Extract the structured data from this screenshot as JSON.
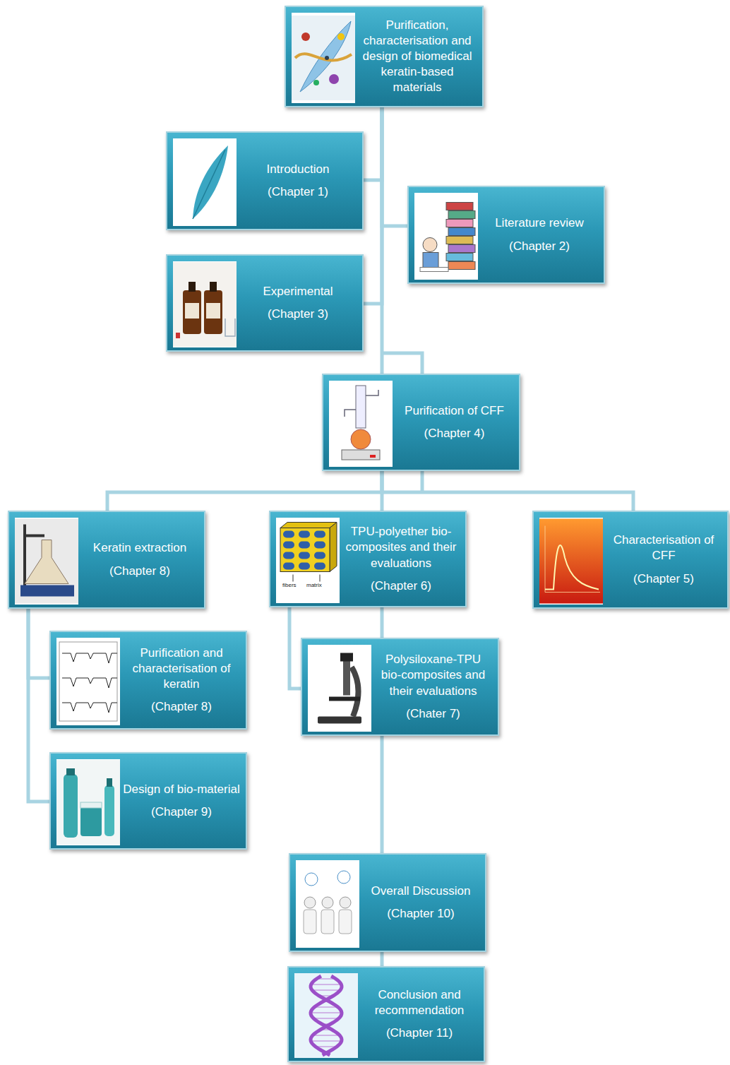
{
  "diagram": {
    "nodes": [
      {
        "text": [
          "Purification, characterisation and design of biomedical keratin-based materials"
        ]
      },
      {
        "text": [
          "Introduction",
          "(Chapter 1)"
        ]
      },
      {
        "text": [
          "Literature review",
          "(Chapter 2)"
        ]
      },
      {
        "text": [
          "Experimental",
          "(Chapter 3)"
        ]
      },
      {
        "text": [
          "Purification of CFF",
          "(Chapter 4)"
        ]
      },
      {
        "text": [
          "Keratin extraction",
          "(Chapter 8)"
        ]
      },
      {
        "text": [
          "TPU-polyether bio-composites and their evaluations",
          "(Chapter 6)"
        ]
      },
      {
        "text": [
          "Characterisation of CFF",
          "(Chapter 5)"
        ]
      },
      {
        "text": [
          "Purification and characterisation of keratin",
          "(Chapter 8)"
        ]
      },
      {
        "text": [
          "Polysiloxane-TPU bio-composites and their evaluations",
          "(Chater 7)"
        ]
      },
      {
        "text": [
          "Design of bio-material",
          "(Chapter 9)"
        ]
      },
      {
        "text": [
          "Overall Discussion",
          "(Chapter 10)"
        ]
      },
      {
        "text": [
          "Conclusion and recommendation",
          "(Chapter 11)"
        ]
      }
    ],
    "edges": [
      {
        "from": 0,
        "to": 1,
        "arrow": "none"
      },
      {
        "from": 0,
        "to": 2,
        "arrow": "none"
      },
      {
        "from": 0,
        "to": 3,
        "arrow": "none"
      },
      {
        "from": 0,
        "to": 4,
        "arrow": "none"
      },
      {
        "from": 4,
        "to": 5,
        "arrow": "none"
      },
      {
        "from": 4,
        "to": 6,
        "arrow": "none"
      },
      {
        "from": 4,
        "to": 7,
        "arrow": "none"
      },
      {
        "from": 5,
        "to": 8,
        "arrow": "none"
      },
      {
        "from": 5,
        "to": 10,
        "arrow": "none"
      },
      {
        "from": 6,
        "to": 9,
        "arrow": "none"
      },
      {
        "from": 6,
        "to": 9,
        "arrow": "none"
      },
      {
        "from": 9,
        "to": 11,
        "arrow": "none"
      },
      {
        "from": 11,
        "to": 12,
        "arrow": "none"
      }
    ],
    "labels": [
      "fibers",
      "matrix"
    ]
  }
}
